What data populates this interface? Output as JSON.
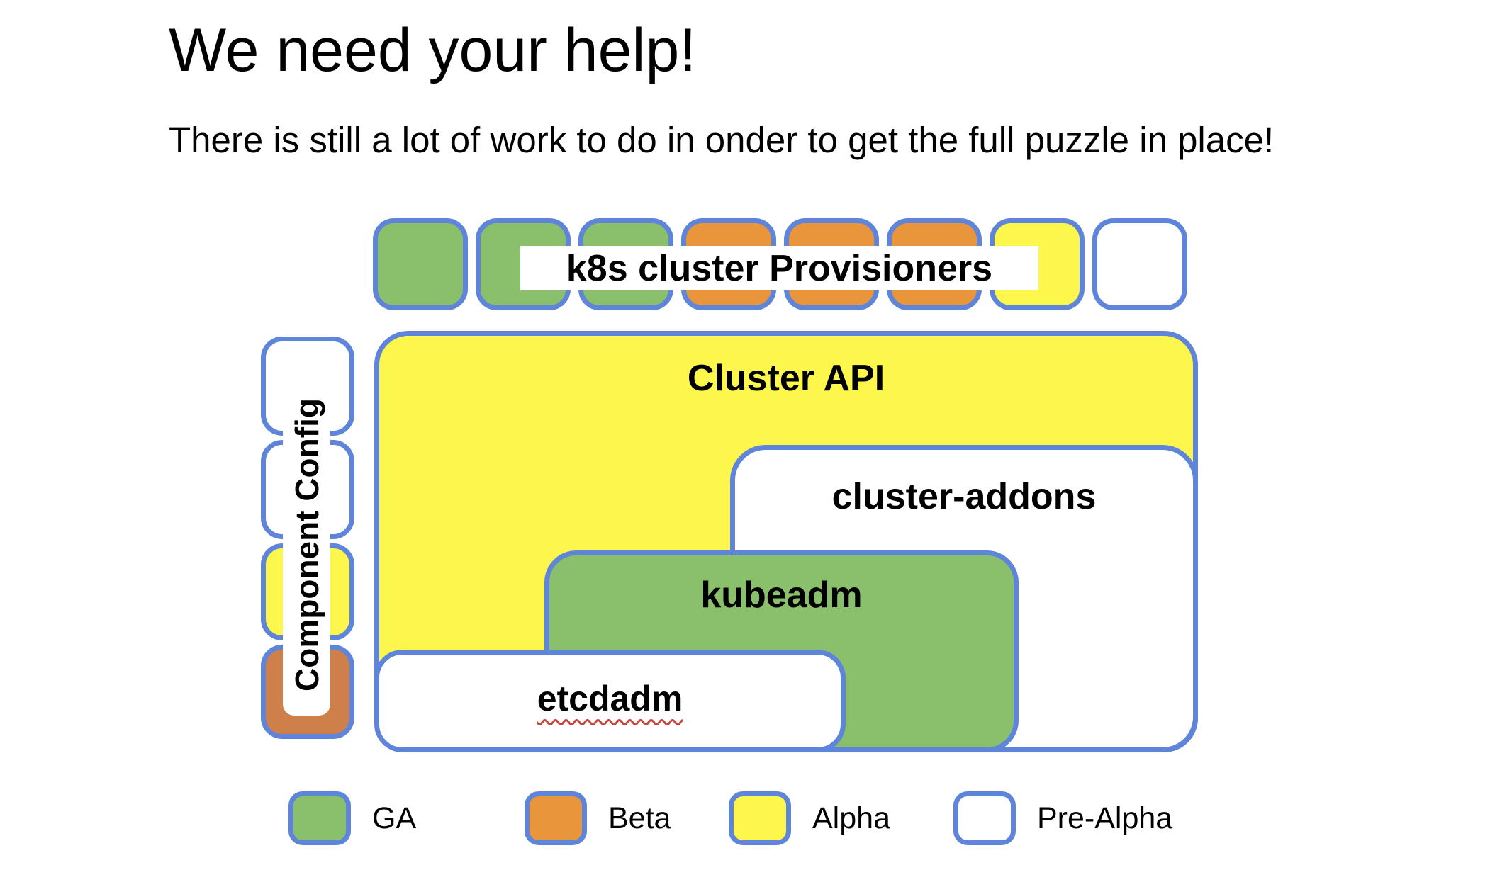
{
  "slide": {
    "title": "We need your help!",
    "subtitle": "There is still a lot of work to do in onder to get the full puzzle in place!"
  },
  "colors": {
    "ga": "#8AC06C",
    "beta": "#E8953C",
    "alpha": "#FCF64D",
    "pre_alpha": "#FFFFFF",
    "beta_muted": "#CE7F4A",
    "border": "#5F85DB",
    "squiggle": "#C9463C",
    "text": "#000000"
  },
  "provisioners": {
    "label": "k8s cluster Provisioners",
    "pieces": [
      "ga",
      "ga",
      "ga",
      "beta",
      "beta",
      "beta",
      "alpha",
      "pre_alpha"
    ]
  },
  "component_config": {
    "label": "Component Config",
    "pieces": [
      "pre_alpha",
      "pre_alpha",
      "alpha",
      "beta_muted"
    ]
  },
  "boxes": {
    "cluster_api": "Cluster API",
    "cluster_addons": "cluster-addons",
    "kubeadm": "kubeadm",
    "etcdadm": "etcdadm"
  },
  "legend": [
    {
      "label": "GA",
      "color": "ga"
    },
    {
      "label": "Beta",
      "color": "beta"
    },
    {
      "label": "Alpha",
      "color": "alpha"
    },
    {
      "label": "Pre-Alpha",
      "color": "pre_alpha"
    }
  ]
}
